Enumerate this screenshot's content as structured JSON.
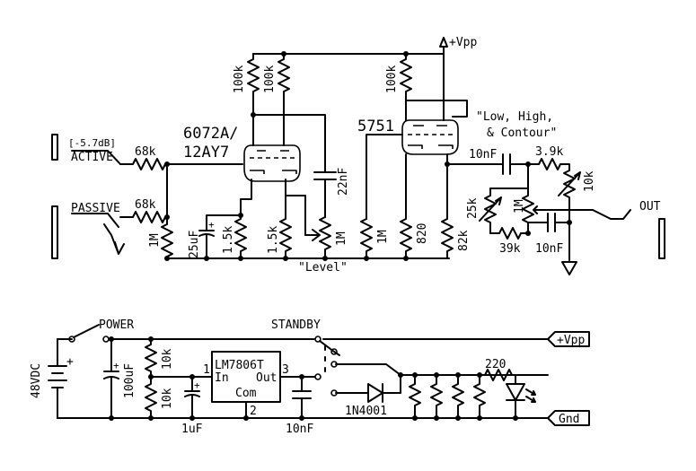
{
  "labels": {
    "attenuation": "[-5.7dB]",
    "active": "ACTIVE",
    "passive": "PASSIVE",
    "tube1_a": "6072A/",
    "tube1_b": "12AY7",
    "tube2": "5751",
    "vpp_top": "+Vpp",
    "tone_note_1": "\"Low, High,",
    "tone_note_2": "& Contour\"",
    "level_note": "\"Level\"",
    "out": "OUT",
    "power": "POWER",
    "standby": "STANDBY",
    "supply": "48VDC",
    "regulator": "LM7806T",
    "reg_in": "In",
    "reg_out": "Out",
    "reg_com": "Com",
    "pin1": "1",
    "pin2": "2",
    "pin3": "3",
    "diode": "1N4001",
    "vpp_flag": "+Vpp",
    "gnd_flag": "Gnd"
  },
  "parts": {
    "r_in_active": "68k",
    "r_in_passive": "68k",
    "r_grid": "1M",
    "c_cathode": "25uF",
    "r_cathode_a": "1.5k",
    "r_cathode_b": "1.5k",
    "r_plate_a": "100k",
    "r_plate_b": "100k",
    "c_coupling": "22nF",
    "r_level": "1M",
    "r_grid2": "1M",
    "r_plate_c": "100k",
    "r_cathode_c": "820",
    "r_cathode_d": "82k",
    "c_out": "10nF",
    "r_tone_a": "3.9k",
    "pot_tone_a": "10k",
    "pot_tone_b": "25k",
    "pot_tone_c": "1M",
    "r_tone_b": "39k",
    "c_tone": "10nF",
    "c_bulk": "100uF",
    "r_div_a": "10k",
    "r_div_b": "10k",
    "c_reg_in": "1uF",
    "c_reg_out": "10nF",
    "r_led": "220"
  }
}
